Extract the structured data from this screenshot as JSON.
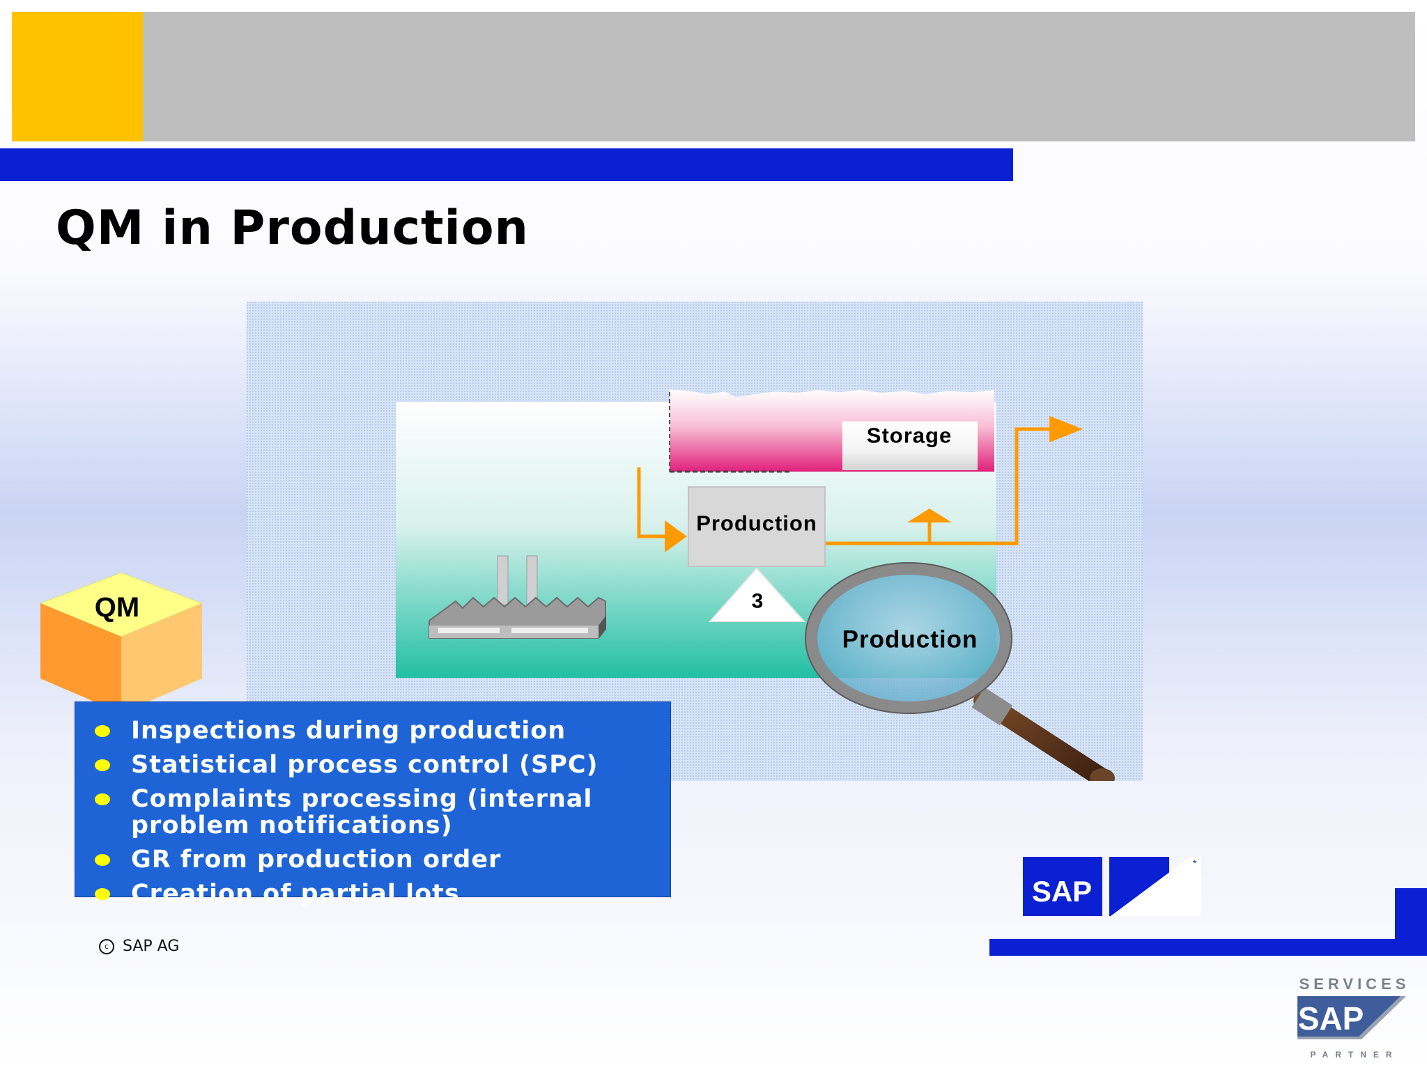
{
  "header": {
    "title": "QM in Production"
  },
  "diagram": {
    "storage_label": "Storage",
    "production_box_label": "Production",
    "triangle_number": "3",
    "magnifier_label": "Production",
    "cube_label": "QM"
  },
  "bullets": [
    {
      "text": "Inspections during production"
    },
    {
      "text": "Statistical process control (SPC)"
    },
    {
      "text": "Complaints processing (internal"
    },
    {
      "text": "problem notifications)"
    },
    {
      "text": "GR from production order"
    },
    {
      "text": "Creation of partial lots"
    }
  ],
  "footer": {
    "copyright": "SAP AG",
    "logo_text": "SAP",
    "services_top": "SERVICES",
    "services_logo_text": "SAP",
    "services_bottom": "PARTNER"
  },
  "colors": {
    "header_yellow": "#ffc200",
    "header_gray": "#bebebe",
    "brand_blue": "#0a20d2",
    "bullet_box": "#1e64d6",
    "arrow_orange": "#ff9a00",
    "bullet_yellow": "#ffff00"
  }
}
